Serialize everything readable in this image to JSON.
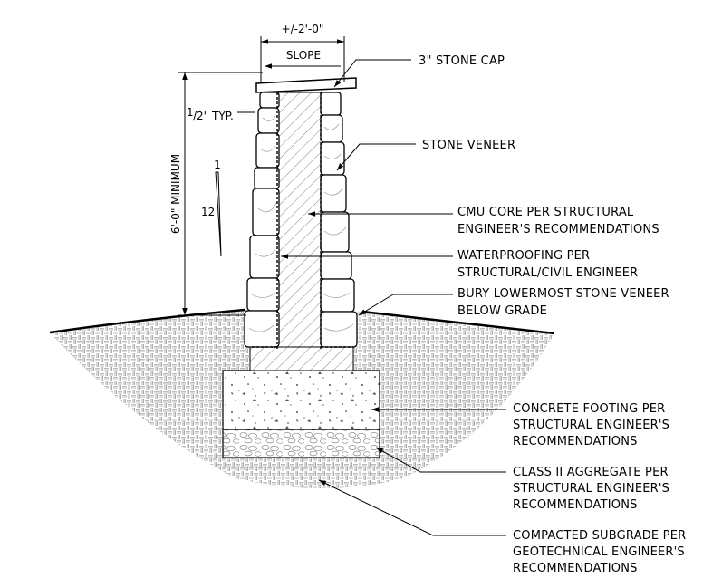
{
  "dimensions": {
    "width_label": "+/-2'-0\"",
    "slope_label": "SLOPE",
    "height_label": "6'-0\" MINIMUM",
    "typ_label_whole": "1",
    "typ_label_frac": "/2\" TYP.",
    "batter_rise": "1",
    "batter_run": "12"
  },
  "callouts": {
    "stone_cap": [
      "3\" STONE CAP"
    ],
    "stone_veneer": [
      "STONE VENEER"
    ],
    "cmu_core": [
      "CMU CORE PER STRUCTURAL",
      "ENGINEER'S RECOMMENDATIONS"
    ],
    "waterproofing": [
      "WATERPROOFING PER",
      "STRUCTURAL/CIVIL ENGINEER"
    ],
    "bury_veneer": [
      "BURY LOWERMOST STONE VENEER",
      "BELOW GRADE"
    ],
    "concrete_footing": [
      "CONCRETE FOOTING PER",
      "STRUCTURAL ENGINEER'S",
      "RECOMMENDATIONS"
    ],
    "aggregate": [
      "CLASS II AGGREGATE PER",
      "STRUCTURAL ENGINEER'S",
      "RECOMMENDATIONS"
    ],
    "subgrade": [
      "COMPACTED SUBGRADE PER",
      "GEOTECHNICAL ENGINEER'S",
      "RECOMMENDATIONS"
    ]
  }
}
